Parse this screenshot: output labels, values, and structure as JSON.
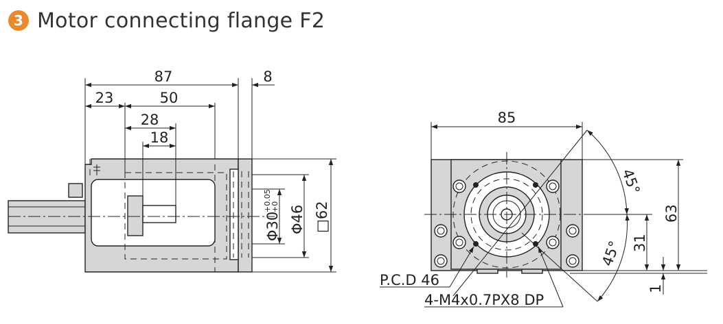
{
  "header": {
    "badge": "3",
    "title": "Motor connecting flange F2"
  },
  "side_view": {
    "dims": {
      "d87": "87",
      "d8": "8",
      "d23": "23",
      "d50": "50",
      "d28": "28",
      "d18": "18"
    },
    "vdims": {
      "phi30": "Φ30",
      "tol_plus": "+0.05",
      "tol_zero": "+0",
      "phi46": "Φ46",
      "sq62": "□62"
    }
  },
  "front_view": {
    "d85": "85",
    "d63": "63",
    "d31": "31",
    "d1": "1",
    "angle_top": "45°",
    "angle_bottom": "45°",
    "pcd": "P.C.D 46",
    "tap": "4-M4x0.7PX8 DP"
  }
}
